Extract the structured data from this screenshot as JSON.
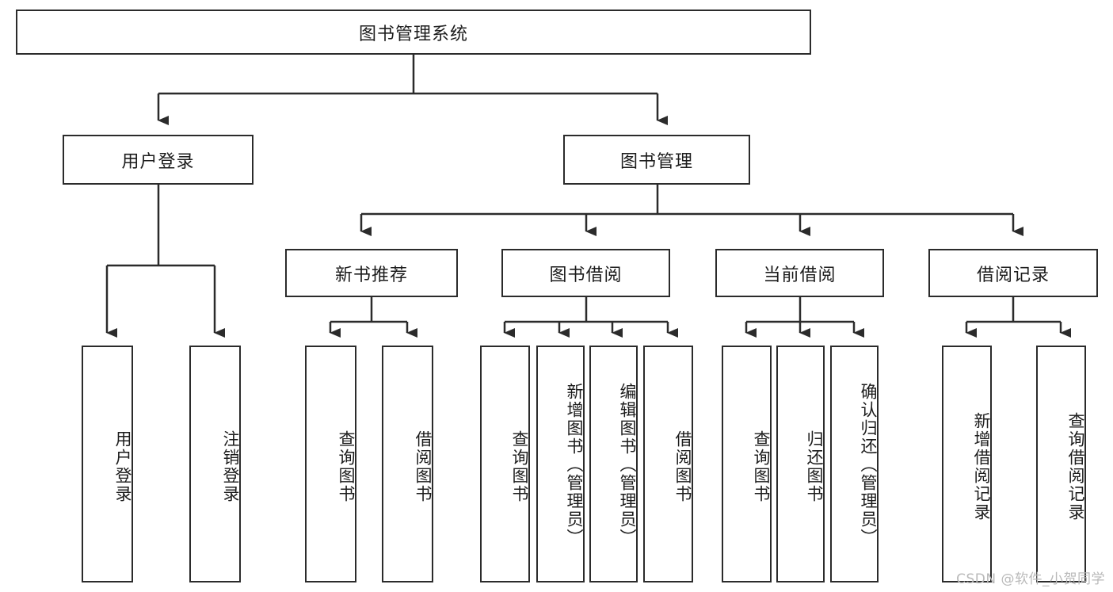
{
  "diagram": {
    "title": "图书管理系统",
    "type": "hierarchy-tree",
    "colors": {
      "stroke": "#2b2b2b",
      "fill": "#ffffff",
      "text": "#1c1c1c",
      "watermark": "#b9b9b9"
    },
    "root": {
      "label": "图书管理系统"
    },
    "level1": [
      {
        "label": "用户登录"
      },
      {
        "label": "图书管理"
      }
    ],
    "level2": [
      {
        "label": "新书推荐"
      },
      {
        "label": "图书借阅"
      },
      {
        "label": "当前借阅"
      },
      {
        "label": "借阅记录"
      }
    ],
    "leaves": {
      "user_login": [
        {
          "label": "用户登录"
        },
        {
          "label": "注销登录"
        }
      ],
      "new_book_recommend": [
        {
          "label": "查询图书"
        },
        {
          "label": "借阅图书"
        }
      ],
      "book_borrow": [
        {
          "label": "查询图书"
        },
        {
          "label": "新增图书（管理员）"
        },
        {
          "label": "编辑图书（管理员）"
        },
        {
          "label": "借阅图书"
        }
      ],
      "current_borrow": [
        {
          "label": "查询图书"
        },
        {
          "label": "归还图书"
        },
        {
          "label": "确认归还（管理员）"
        }
      ],
      "borrow_record": [
        {
          "label": "新增借阅记录"
        },
        {
          "label": "查询借阅记录"
        }
      ]
    },
    "watermark": "CSDN @软件_小贺同学"
  }
}
